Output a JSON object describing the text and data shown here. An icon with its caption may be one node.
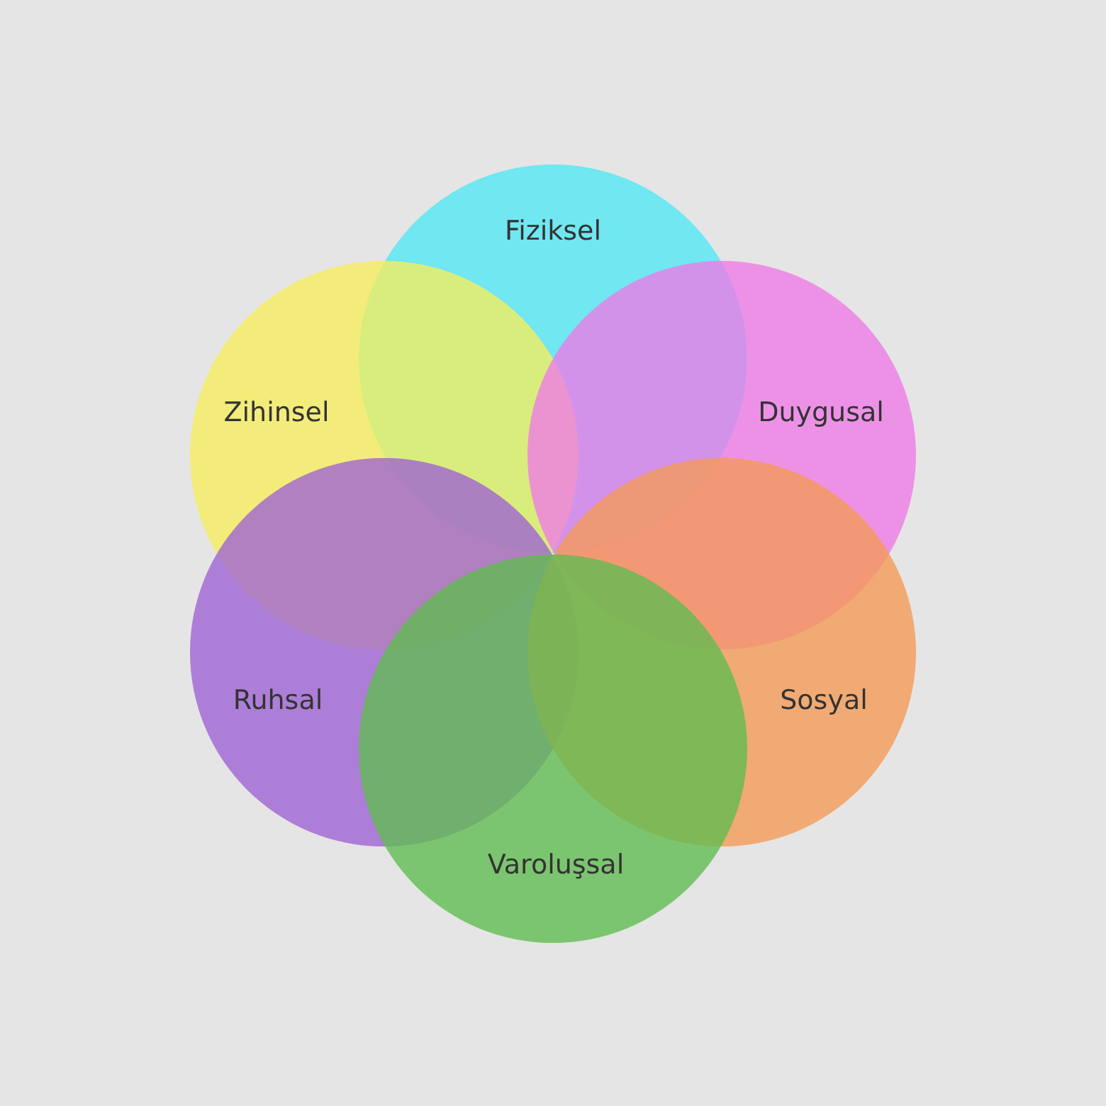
{
  "diagram": {
    "nodes": [
      {
        "text": [
          "Fiziksel"
        ]
      },
      {
        "text": [
          "Zihinsel"
        ]
      },
      {
        "text": [
          "Duygusal"
        ]
      },
      {
        "text": [
          "Ruhsal"
        ]
      },
      {
        "text": [
          "Sosyal"
        ]
      },
      {
        "text": [
          "Varoluşsal"
        ]
      }
    ]
  }
}
